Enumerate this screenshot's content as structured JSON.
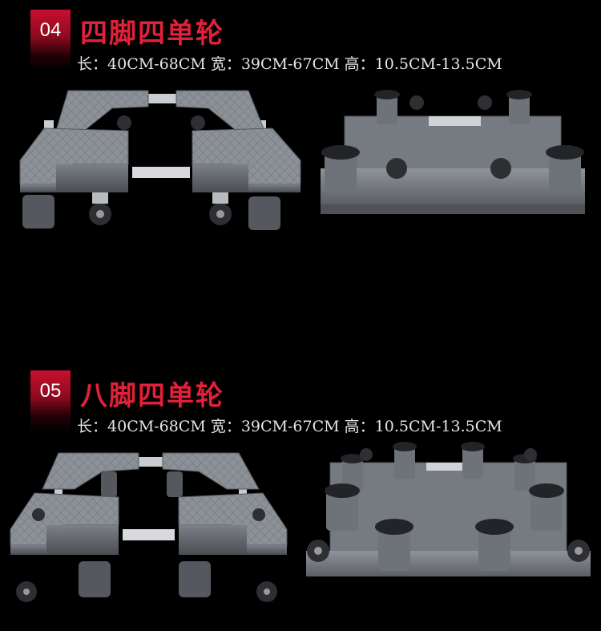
{
  "sections": [
    {
      "number": "04",
      "title": "四脚四单轮",
      "length_label": "长：",
      "length_value": "40CM-68CM",
      "width_label": "宽：",
      "width_value": "39CM-67CM",
      "height_label": "高：",
      "height_value": "10.5CM-13.5CM"
    },
    {
      "number": "05",
      "title": "八脚四单轮",
      "length_label": "长：",
      "length_value": "40CM-68CM",
      "width_label": "宽：",
      "width_value": "39CM-67CM",
      "height_label": "高：",
      "height_value": "10.5CM-13.5CM"
    }
  ],
  "colors": {
    "badge": "#c8102e",
    "title": "#e2203a",
    "text": "#e6e6e6",
    "background": "#000000",
    "plastic": "#8a8f96"
  }
}
